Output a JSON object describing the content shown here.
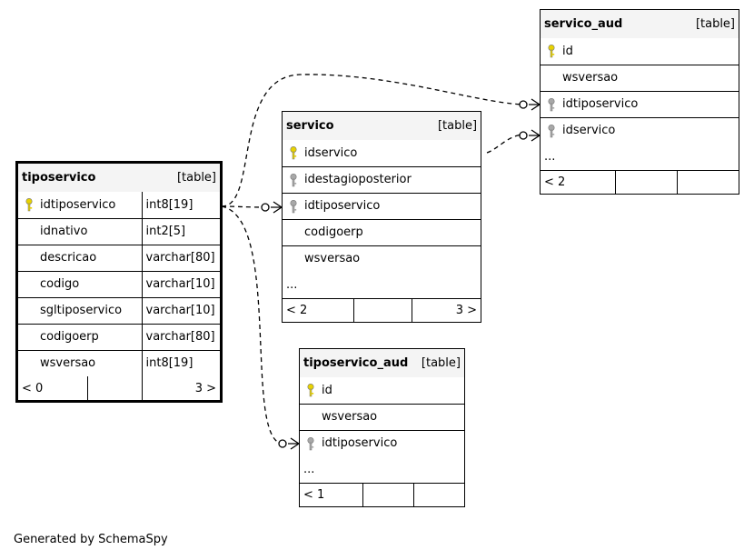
{
  "tables": {
    "tiposervico": {
      "name": "tiposervico",
      "type": "[table]",
      "columns": [
        {
          "name": "idtiposervico",
          "dtype": "int8[19]",
          "key": "primary"
        },
        {
          "name": "idnativo",
          "dtype": "int2[5]",
          "key": "none"
        },
        {
          "name": "descricao",
          "dtype": "varchar[80]",
          "key": "none"
        },
        {
          "name": "codigo",
          "dtype": "varchar[10]",
          "key": "none"
        },
        {
          "name": "sgltiposervico",
          "dtype": "varchar[10]",
          "key": "none"
        },
        {
          "name": "codigoerp",
          "dtype": "varchar[80]",
          "key": "none"
        },
        {
          "name": "wsversao",
          "dtype": "int8[19]",
          "key": "none"
        }
      ],
      "footer": {
        "left": "< 0",
        "right": "3 >"
      }
    },
    "servico": {
      "name": "servico",
      "type": "[table]",
      "columns": [
        {
          "name": "idservico",
          "key": "primary"
        },
        {
          "name": "idestagioposterior",
          "key": "foreign"
        },
        {
          "name": "idtiposervico",
          "key": "foreign"
        },
        {
          "name": "codigoerp",
          "key": "none"
        },
        {
          "name": "wsversao",
          "key": "none"
        }
      ],
      "more": "...",
      "footer": {
        "left": "< 2",
        "right": "3 >"
      }
    },
    "servico_aud": {
      "name": "servico_aud",
      "type": "[table]",
      "columns": [
        {
          "name": "id",
          "key": "primary"
        },
        {
          "name": "wsversao",
          "key": "none"
        },
        {
          "name": "idtiposervico",
          "key": "foreign"
        },
        {
          "name": "idservico",
          "key": "foreign"
        }
      ],
      "more": "...",
      "footer": {
        "left": "< 2",
        "right": ""
      }
    },
    "tiposervico_aud": {
      "name": "tiposervico_aud",
      "type": "[table]",
      "columns": [
        {
          "name": "id",
          "key": "primary"
        },
        {
          "name": "wsversao",
          "key": "none"
        },
        {
          "name": "idtiposervico",
          "key": "foreign"
        }
      ],
      "more": "...",
      "footer": {
        "left": "< 1",
        "right": ""
      }
    }
  },
  "colors": {
    "primary_key": "#e8d200",
    "foreign_key": "#a8a8a8",
    "header_bg": "#f4f4f4"
  },
  "footer_text": "Generated by SchemaSpy"
}
